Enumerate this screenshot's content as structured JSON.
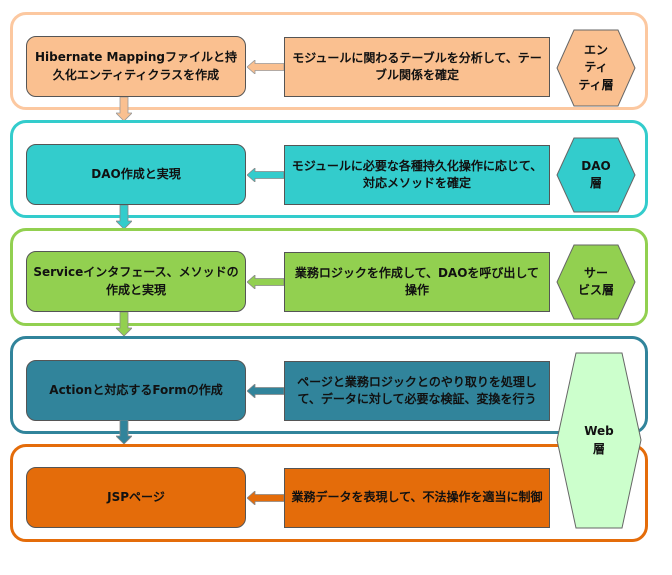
{
  "diagram": {
    "layers": [
      {
        "id": "entity",
        "color": "#fac090",
        "frame_color": "#fcc8a0",
        "arrow_color": "#fac090",
        "task": "Hibernate Mappingファイルと持久化エンティティクラスを作成",
        "description": "モジュールに関わるテーブルを分析して、テーブル関係を確定",
        "layer_label": "エン\nティ\nティ層"
      },
      {
        "id": "dao",
        "color": "#33cccc",
        "frame_color": "#33cccc",
        "arrow_color": "#33cccc",
        "task": "DAO作成と実現",
        "description": "モジュールに必要な各種持久化操作に応じて、対応メソッドを確定",
        "layer_label": "DAO\n層"
      },
      {
        "id": "service",
        "color": "#92d050",
        "frame_color": "#92d050",
        "arrow_color": "#92d050",
        "task": "Serviceインタフェース、メソッドの 作成と実現",
        "description": "業務ロジックを作成して、DAOを呼び出して 操作",
        "layer_label": "サー\nビス層"
      },
      {
        "id": "action",
        "color": "#31849b",
        "frame_color": "#31849b",
        "arrow_color": "#31849b",
        "task": "Actionと対応するFormの作成",
        "description": "ページと業務ロジックとのやり取りを処理して、データに対して必要な検証、変換を行う"
      },
      {
        "id": "jsp",
        "color": "#e46c0a",
        "frame_color": "#e46c0a",
        "arrow_color": "#e46c0a",
        "task": "JSPページ",
        "description": "業務データを表現して、不法操作を適当に制御"
      }
    ],
    "web_layer": {
      "label": "Web\n層",
      "color": "#ccffcc"
    }
  }
}
